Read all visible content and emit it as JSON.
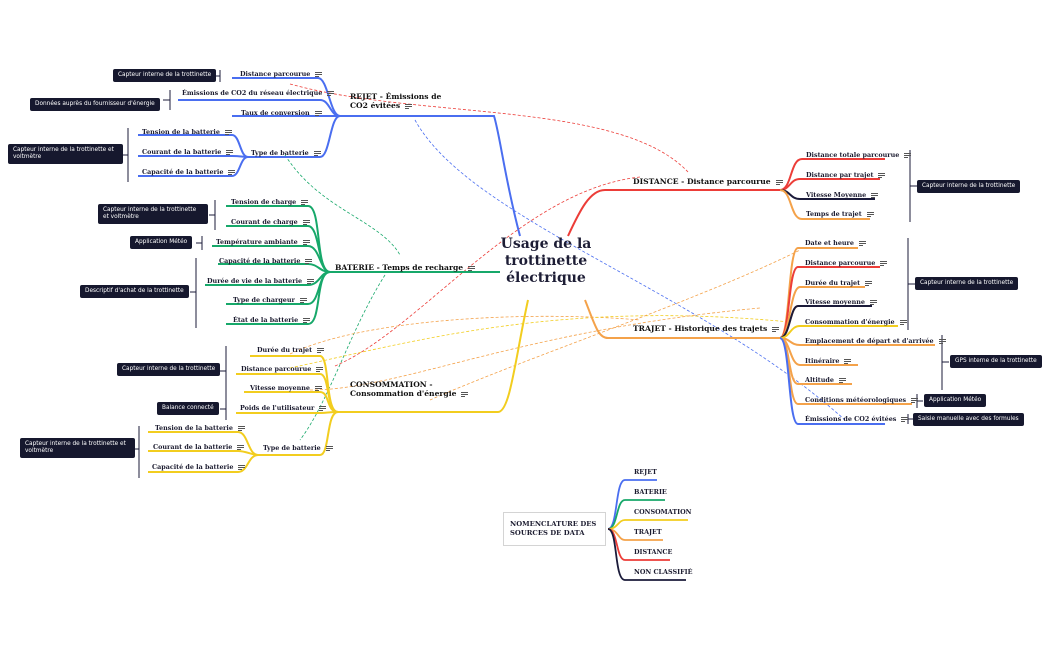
{
  "central": "Usage de la trottinette électrique",
  "colors": {
    "rejet": "#4a6ef0",
    "bateria": "#17a86a",
    "consommation": "#f2cd1f",
    "trajet": "#f4a24a",
    "distance": "#ec3d38",
    "non_classifie": "#1b1b3a"
  },
  "rejet": {
    "label": "REJET - Émissions de CO2 évitées",
    "children": [
      "Distance parcourue",
      "Émissions de CO2 du réseau électrique",
      "Taux de conversion",
      "Type de batterie"
    ],
    "battery": [
      "Tension de la batterie",
      "Courant de la batterie",
      "Capacité de la batterie"
    ],
    "sources": [
      "Capteur interne de la trottinette",
      "Données auprès du fournisseur d'énergie",
      "Capteur interne de la trottinette et voltmètre"
    ]
  },
  "bateria": {
    "label": "BATERIE - Temps de recharge",
    "children": [
      "Tension de charge",
      "Courant de charge",
      "Température ambiante",
      "Capacité de la batterie",
      "Durée de vie de la batterie",
      "Type de chargeur",
      "État de la batterie"
    ],
    "sources": [
      "Capteur interne de la trottinette et voltmètre",
      "Application Météo",
      "Descriptif d'achat de la trottinette"
    ]
  },
  "consommation": {
    "label": "CONSOMMATION - Consommation d'énergie",
    "children": [
      "Durée du trajet",
      "Distance parcourue",
      "Vitesse moyenne",
      "Poids de l'utilisateur",
      "Type de batterie"
    ],
    "battery": [
      "Tension de la batterie",
      "Courant de la batterie",
      "Capacité de la batterie"
    ],
    "sources": [
      "Capteur interne de la trottinette",
      "Balance connecté",
      "Capteur interne de la trottinette et voltmètre"
    ]
  },
  "distance": {
    "label": "DISTANCE - Distance parcourue",
    "children": [
      "Distance totale parcourue",
      "Distance par trajet",
      "Vitesse Moyenne",
      "Temps de trajet"
    ],
    "sources": [
      "Capteur interne de la trottinette"
    ]
  },
  "trajet": {
    "label": "TRAJET - Historique des trajets",
    "children": [
      "Date et heure",
      "Distance parcourue",
      "Durée du trajet",
      "Vitesse moyenne",
      "Consommation d'énergie",
      "Emplacement de départ et d'arrivée",
      "Itinéraire",
      "Altitude",
      "Conditions météorologiques",
      "Émissions de CO2 évitées"
    ],
    "sources": [
      "Capteur interne de la trottinette",
      "GPS interne de la trottinette",
      "Application Météo",
      "Saisie manuelle avec des formules"
    ]
  },
  "nomenclature": {
    "title": "NOMENCLATURE DES SOURCES DE DATA",
    "items": [
      "REJET",
      "BATERIE",
      "CONSOMATION",
      "TRAJET",
      "DISTANCE",
      "NON CLASSIFIÉ"
    ]
  }
}
